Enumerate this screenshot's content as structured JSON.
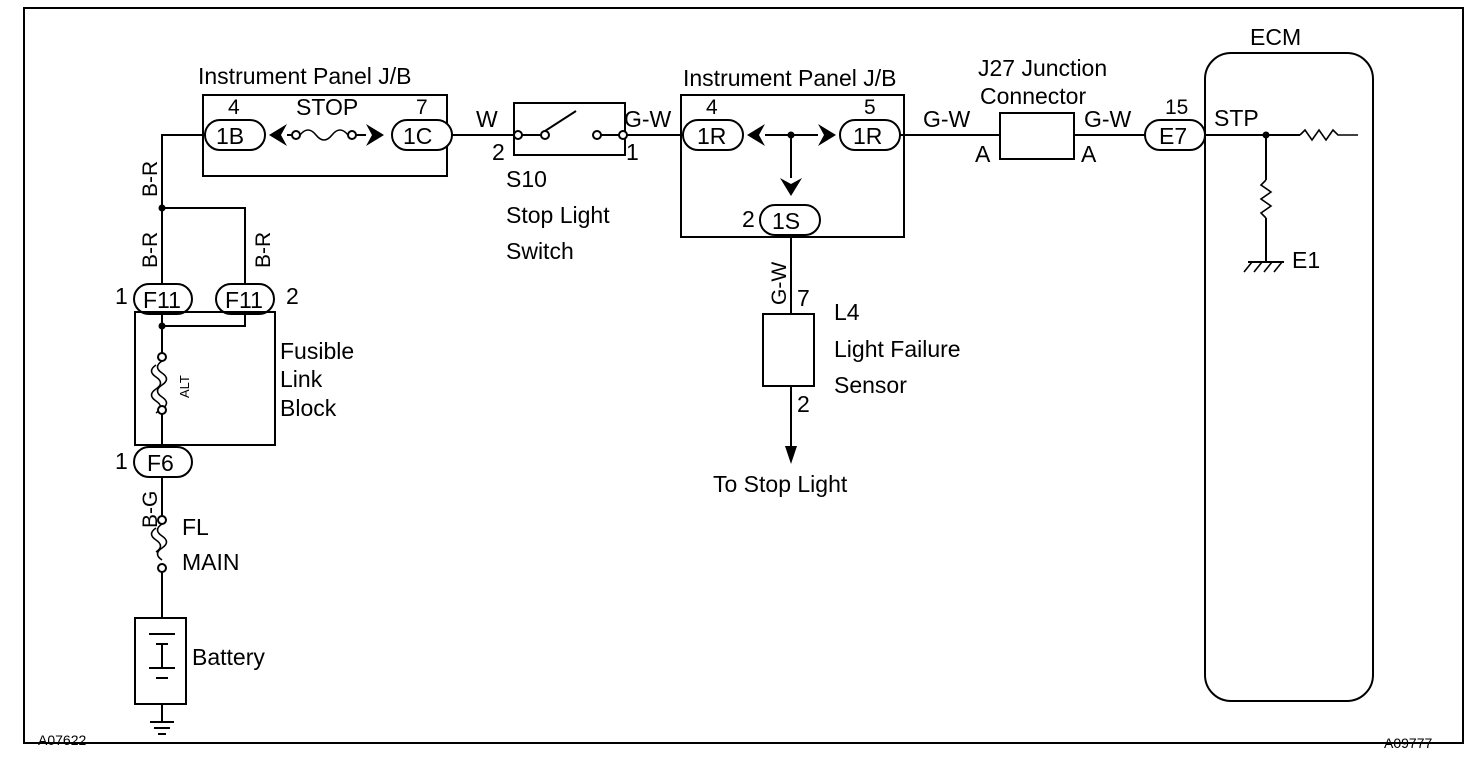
{
  "reference_codes": {
    "left": "A07622",
    "right": "A09777"
  },
  "jb_left": {
    "title": "Instrument Panel J/B",
    "fuse_label": "STOP",
    "pin_in": "4",
    "conn_in": "1B",
    "pin_out": "7",
    "conn_out": "1C"
  },
  "jb_right": {
    "title": "Instrument Panel J/B",
    "pin_in": "4",
    "conn_in": "1R",
    "pin_out": "5",
    "conn_out": "1R",
    "pin_down": "2",
    "conn_down": "1S"
  },
  "stop_switch": {
    "code": "S10",
    "name_line1": "Stop Light",
    "name_line2": "Switch",
    "pin_left": "2",
    "pin_right": "1"
  },
  "junction": {
    "title_line1": "J27 Junction",
    "title_line2": "Connector",
    "pin_left": "A",
    "pin_right": "A"
  },
  "ecm": {
    "title": "ECM",
    "pin": "15",
    "connector": "E7",
    "terminal": "STP",
    "ground": "E1"
  },
  "sensor": {
    "code": "L4",
    "name_line1": "Light Failure",
    "name_line2": "Sensor",
    "pin_top": "7",
    "pin_bottom": "2",
    "output": "To Stop Light"
  },
  "fusible_block": {
    "name_line1": "Fusible",
    "name_line2": "Link",
    "name_line3": "Block",
    "fuse_label": "ALT",
    "conn_left": "F11",
    "pin_left": "1",
    "conn_right": "F11",
    "pin_right": "2",
    "conn_bottom": "F6",
    "pin_bottom": "1"
  },
  "fl_main": {
    "line1": "FL",
    "line2": "MAIN"
  },
  "battery": {
    "label": "Battery"
  },
  "wires": {
    "jb_feed": "B-R",
    "left_drop": "B-R",
    "right_drop": "B-R",
    "switch_in": "W",
    "switch_out": "G-W",
    "to_junction": "G-W",
    "to_ecm": "G-W",
    "to_sensor": "G-W",
    "fl_wire": "B-G"
  }
}
